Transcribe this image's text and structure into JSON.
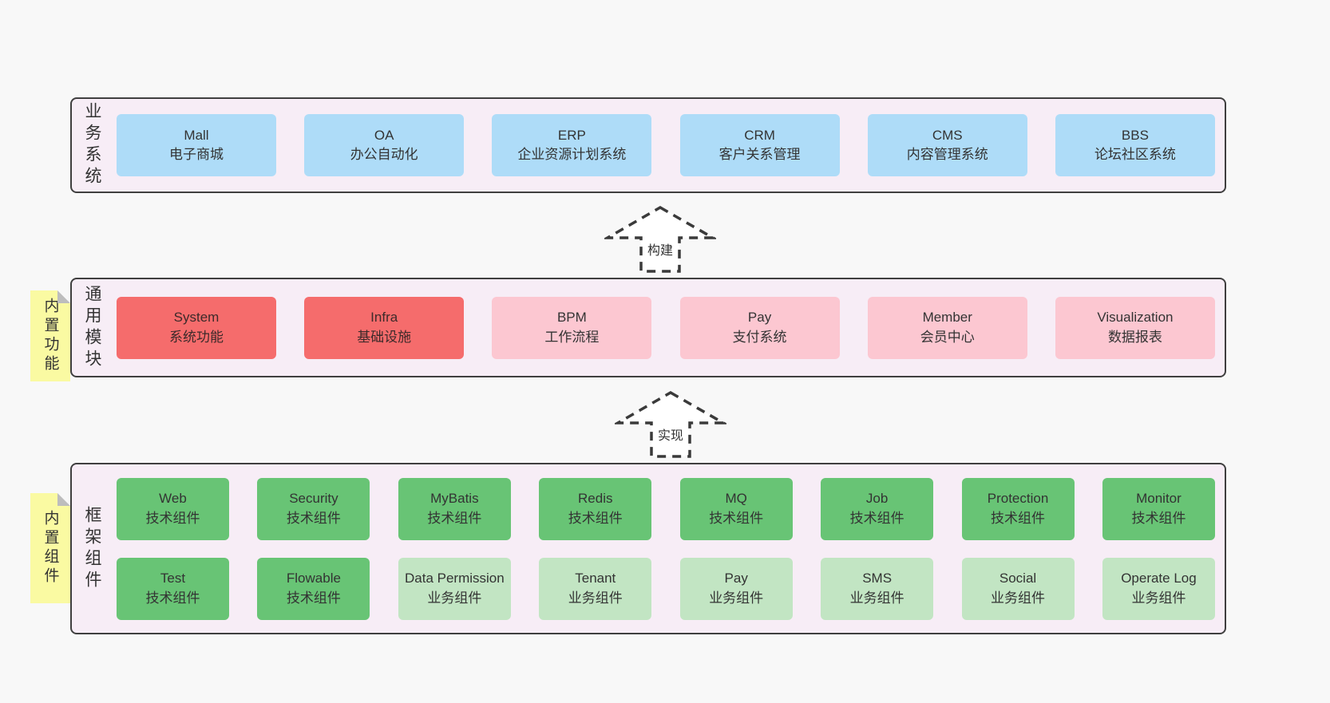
{
  "colors": {
    "page_bg": "#f8f8f8",
    "panel_bg": "#f7edf6",
    "panel_border": "#3f3f3f",
    "blue": "#aedcf8",
    "red": "#f56c6c",
    "pink": "#fcc7d1",
    "green": "#68c475",
    "light_green": "#c2e5c3",
    "sticky_yellow": "#fafaa2",
    "text": "#333333"
  },
  "layers": [
    {
      "label": "业务系统",
      "sticky": null,
      "rows": [
        [
          {
            "en": "Mall",
            "zh": "电子商城",
            "variant": "blue"
          },
          {
            "en": "OA",
            "zh": "办公自动化",
            "variant": "blue"
          },
          {
            "en": "ERP",
            "zh": "企业资源计划系统",
            "variant": "blue"
          },
          {
            "en": "CRM",
            "zh": "客户关系管理",
            "variant": "blue"
          },
          {
            "en": "CMS",
            "zh": "内容管理系统",
            "variant": "blue"
          },
          {
            "en": "BBS",
            "zh": "论坛社区系统",
            "variant": "blue"
          }
        ]
      ]
    },
    {
      "label": "通用模块",
      "sticky": "内置功能",
      "rows": [
        [
          {
            "en": "System",
            "zh": "系统功能",
            "variant": "red"
          },
          {
            "en": "Infra",
            "zh": "基础设施",
            "variant": "red"
          },
          {
            "en": "BPM",
            "zh": "工作流程",
            "variant": "pink"
          },
          {
            "en": "Pay",
            "zh": "支付系统",
            "variant": "pink"
          },
          {
            "en": "Member",
            "zh": "会员中心",
            "variant": "pink"
          },
          {
            "en": "Visualization",
            "zh": "数据报表",
            "variant": "pink"
          }
        ]
      ]
    },
    {
      "label": "框架组件",
      "sticky": "内置组件",
      "rows": [
        [
          {
            "en": "Web",
            "zh": "技术组件",
            "variant": "green"
          },
          {
            "en": "Security",
            "zh": "技术组件",
            "variant": "green"
          },
          {
            "en": "MyBatis",
            "zh": "技术组件",
            "variant": "green"
          },
          {
            "en": "Redis",
            "zh": "技术组件",
            "variant": "green"
          },
          {
            "en": "MQ",
            "zh": "技术组件",
            "variant": "green"
          },
          {
            "en": "Job",
            "zh": "技术组件",
            "variant": "green"
          },
          {
            "en": "Protection",
            "zh": "技术组件",
            "variant": "green"
          },
          {
            "en": "Monitor",
            "zh": "技术组件",
            "variant": "green"
          }
        ],
        [
          {
            "en": "Test",
            "zh": "技术组件",
            "variant": "green"
          },
          {
            "en": "Flowable",
            "zh": "技术组件",
            "variant": "green"
          },
          {
            "en": "Data Permission",
            "zh": "业务组件",
            "variant": "lightgreen"
          },
          {
            "en": "Tenant",
            "zh": "业务组件",
            "variant": "lightgreen"
          },
          {
            "en": "Pay",
            "zh": "业务组件",
            "variant": "lightgreen"
          },
          {
            "en": "SMS",
            "zh": "业务组件",
            "variant": "lightgreen"
          },
          {
            "en": "Social",
            "zh": "业务组件",
            "variant": "lightgreen"
          },
          {
            "en": "Operate Log",
            "zh": "业务组件",
            "variant": "lightgreen"
          }
        ]
      ]
    }
  ],
  "arrows": [
    {
      "label": "构建"
    },
    {
      "label": "实现"
    }
  ]
}
